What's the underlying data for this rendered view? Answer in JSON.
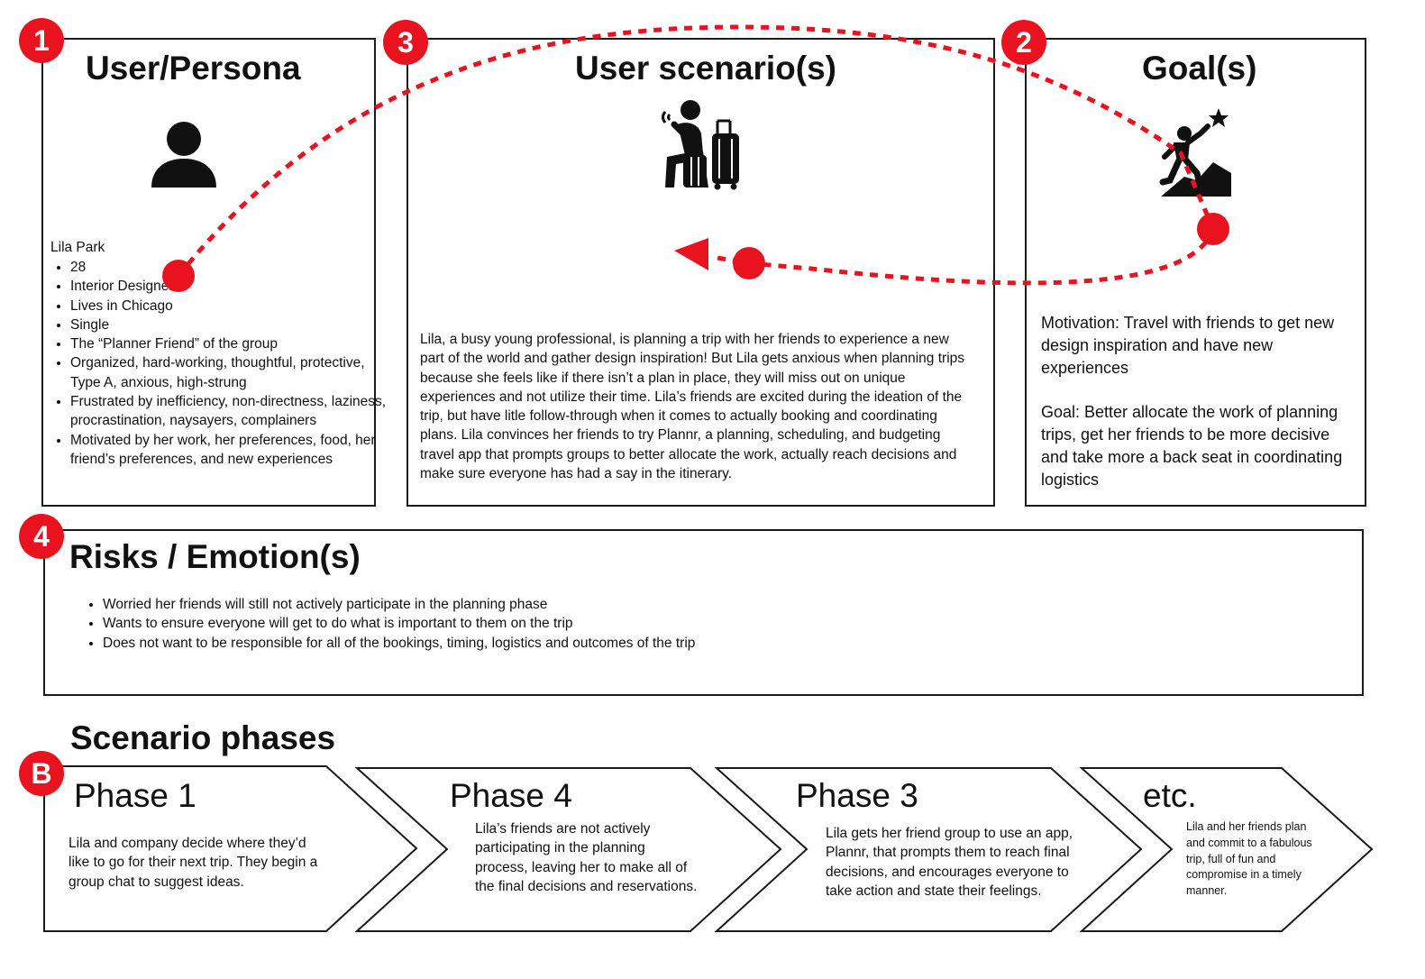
{
  "badges": {
    "persona": "1",
    "goal": "2",
    "scenario": "3",
    "risks": "4",
    "phases": "B"
  },
  "persona": {
    "title": "User/Persona",
    "icon": "person-icon",
    "name": "Lila Park",
    "items": [
      "28",
      "Interior Designer",
      "Lives in Chicago",
      "Single",
      "The “Planner Friend” of the group",
      "Organized, hard-working, thoughtful, protective, Type A, anxious, high-strung",
      "Frustrated by inefficiency, non-directness, laziness, procrastination, naysayers, complainers",
      "Motivated by her work, her preferences, food, her friend’s preferences, and new experiences"
    ]
  },
  "scenario": {
    "title": "User scenario(s)",
    "icon": "traveler-with-luggage-icon",
    "text": "Lila, a busy young professional, is planning a trip with her friends to experience a new part of the world and gather design inspiration! But Lila gets anxious when planning trips because she feels like if there isn’t a plan in place, they will miss out on unique experiences and not utilize their time.  Lila’s friends are excited during the ideation of the trip, but have litle follow-through when it comes to actually booking and coordinating plans. Lila convinces her friends to try Plannr, a planning, scheduling, and budgeting travel app that prompts groups to better allocate the work, actually reach decisions and make sure everyone has had a say in the itinerary."
  },
  "goal": {
    "title": "Goal(s)",
    "icon": "climber-with-star-icon",
    "motivation": "Motivation: Travel with friends to get new design inspiration and have new experiences",
    "goal": "Goal: Better allocate the work of planning trips, get her friends to be more decisive and take more a back seat in coordinating logistics"
  },
  "risks": {
    "title": "Risks / Emotion(s)",
    "items": [
      "Worried her friends will still not actively participate in the planning phase",
      "Wants to ensure everyone will get to do what is important to them on the trip",
      "Does not want to be responsible for all of the bookings, timing, logistics and outcomes of the trip"
    ]
  },
  "phases": {
    "title": "Scenario phases",
    "items": [
      {
        "title": "Phase 1",
        "text": "Lila and company decide where they’d like to go for their next trip. They begin a group chat to suggest ideas."
      },
      {
        "title": "Phase 4",
        "text": "Lila’s friends are not actively participating in the planning process, leaving her to make all of the final decisions and reservations."
      },
      {
        "title": "Phase 3",
        "text": "Lila gets her friend group to use an app, Plannr, that prompts them to reach final decisions, and encourages everyone to take action and state their feelings."
      },
      {
        "title": "etc.",
        "text": "Lila and her friends plan and commit to a fabulous trip, full of fun and compromise in a timely manner."
      }
    ]
  },
  "colors": {
    "accent": "#e8131f",
    "border": "#1a1a1a",
    "text": "#111111"
  }
}
